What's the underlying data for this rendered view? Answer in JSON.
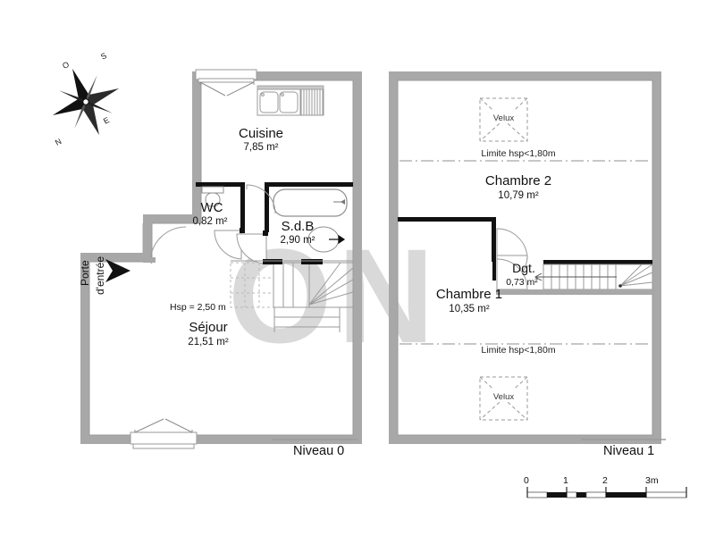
{
  "document": {
    "type": "floor-plan",
    "language": "fr",
    "watermark": "ON"
  },
  "compass": {
    "name": "compass-rose",
    "labels": {
      "north": "N",
      "south": "S",
      "east": "E",
      "west": "O"
    }
  },
  "entrance": {
    "label_line1": "Porte",
    "label_line2": "d'entrée"
  },
  "level0": {
    "title": "Niveau 0",
    "ceiling_note": "Hsp = 2,50 m",
    "rooms": [
      {
        "name": "Cuisine",
        "area": "7,85 m²"
      },
      {
        "name": "WC",
        "area": "0,82 m²"
      },
      {
        "name": "S.d.B",
        "area": "2,90 m²"
      },
      {
        "name": "Séjour",
        "area": "21,51 m²"
      }
    ]
  },
  "level1": {
    "title": "Niveau 1",
    "rooms": [
      {
        "name": "Chambre 2",
        "area": "10,79 m²"
      },
      {
        "name": "Chambre 1",
        "area": "10,35 m²"
      },
      {
        "name": "Dgt.",
        "area": "0,73 m²"
      }
    ],
    "skylights": [
      {
        "label": "Velux"
      },
      {
        "label": "Velux"
      }
    ],
    "height_limits": [
      {
        "label": "Limite hsp<1,80m"
      },
      {
        "label": "Limite hsp<1,80m"
      }
    ]
  },
  "scale_bar": {
    "ticks": [
      "0",
      "1",
      "2",
      "3m"
    ],
    "unit": "m"
  },
  "colors": {
    "wall": "#a8a8a8",
    "wall_dark": "#111111",
    "background": "#ffffff",
    "watermark": "#d9d9d9",
    "thin_line": "#9a9a9a"
  }
}
